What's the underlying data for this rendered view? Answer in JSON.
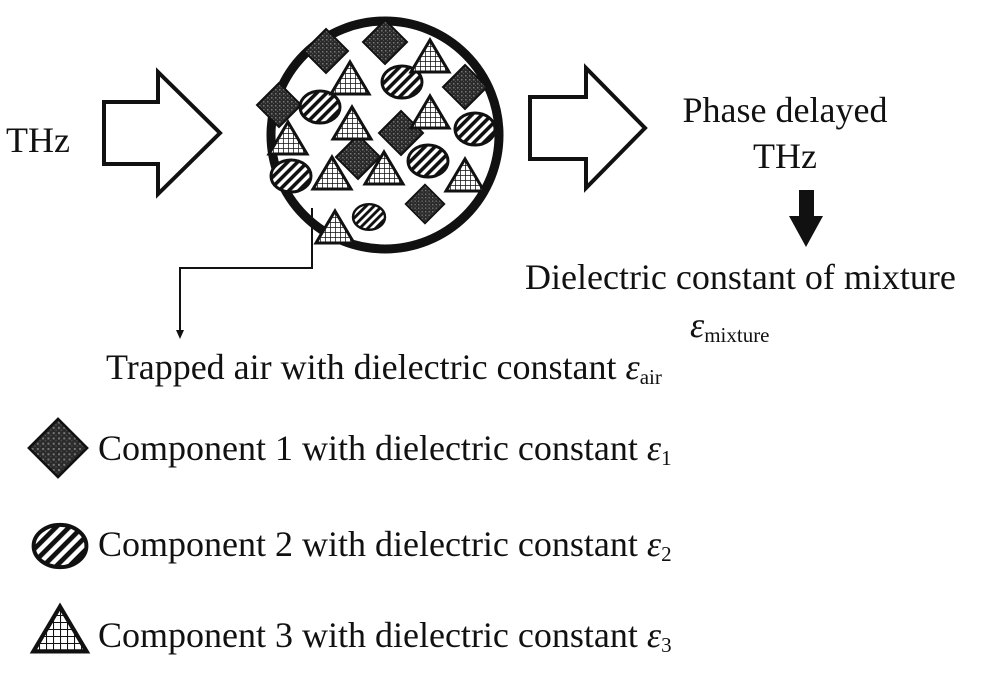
{
  "input": {
    "label": "THz"
  },
  "output": {
    "line1": "Phase delayed",
    "line2": "THz"
  },
  "mixture": {
    "label": "Dielectric constant of mixture",
    "symbol": "ε",
    "symbol_sub": "mixture"
  },
  "air": {
    "label": "Trapped air with dielectric constant ",
    "symbol": "ε",
    "symbol_sub": "air"
  },
  "legend": [
    {
      "icon": "diamond-icon",
      "label": "Component 1 with dielectric constant ",
      "symbol": "ε",
      "symbol_sub": "1"
    },
    {
      "icon": "striped-ellipse-icon",
      "label": "Component 2 with dielectric constant ",
      "symbol": "ε",
      "symbol_sub": "2"
    },
    {
      "icon": "grid-triangle-icon",
      "label": "Component 3 with dielectric constant ",
      "symbol": "ε",
      "symbol_sub": "3"
    }
  ]
}
